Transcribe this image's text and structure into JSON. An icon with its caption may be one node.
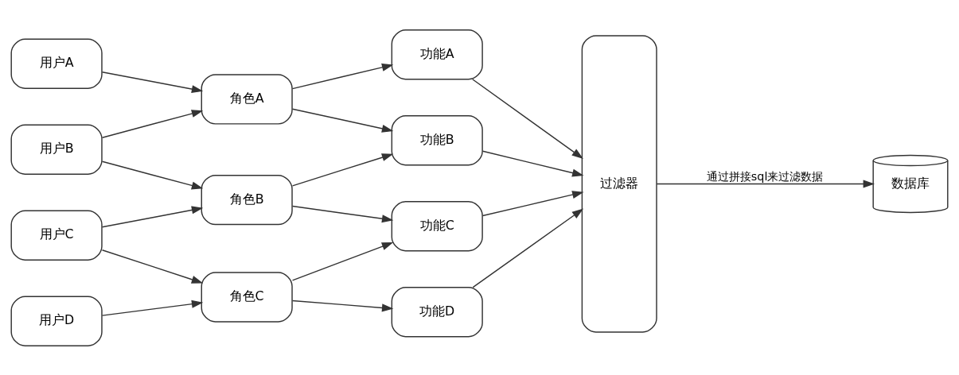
{
  "diagram": {
    "nodes": [
      {
        "text": [
          "用户A"
        ]
      },
      {
        "text": [
          "用户B"
        ]
      },
      {
        "text": [
          "用户C"
        ]
      },
      {
        "text": [
          "用户D"
        ]
      },
      {
        "text": [
          "角色A"
        ]
      },
      {
        "text": [
          "角色B"
        ]
      },
      {
        "text": [
          "角色C"
        ]
      },
      {
        "text": [
          "功能A"
        ]
      },
      {
        "text": [
          "功能B"
        ]
      },
      {
        "text": [
          "功能C"
        ]
      },
      {
        "text": [
          "功能D"
        ]
      },
      {
        "text": [
          "过滤器"
        ]
      },
      {
        "text": [
          "数据库"
        ]
      }
    ],
    "edges": [
      {
        "from": 0,
        "to": 4,
        "arrow": "to"
      },
      {
        "from": 1,
        "to": 4,
        "arrow": "to"
      },
      {
        "from": 1,
        "to": 5,
        "arrow": "to"
      },
      {
        "from": 2,
        "to": 5,
        "arrow": "to"
      },
      {
        "from": 2,
        "to": 6,
        "arrow": "to"
      },
      {
        "from": 3,
        "to": 6,
        "arrow": "to"
      },
      {
        "from": 4,
        "to": 7,
        "arrow": "to"
      },
      {
        "from": 4,
        "to": 8,
        "arrow": "to"
      },
      {
        "from": 5,
        "to": 8,
        "arrow": "to"
      },
      {
        "from": 5,
        "to": 9,
        "arrow": "to"
      },
      {
        "from": 6,
        "to": 9,
        "arrow": "to"
      },
      {
        "from": 6,
        "to": 10,
        "arrow": "to"
      },
      {
        "from": 7,
        "to": 11,
        "arrow": "to"
      },
      {
        "from": 8,
        "to": 11,
        "arrow": "to"
      },
      {
        "from": 9,
        "to": 11,
        "arrow": "to"
      },
      {
        "from": 10,
        "to": 11,
        "arrow": "to"
      },
      {
        "from": 11,
        "to": 12,
        "label": "通过拼接sql来过滤数据",
        "arrow": "to"
      }
    ]
  }
}
